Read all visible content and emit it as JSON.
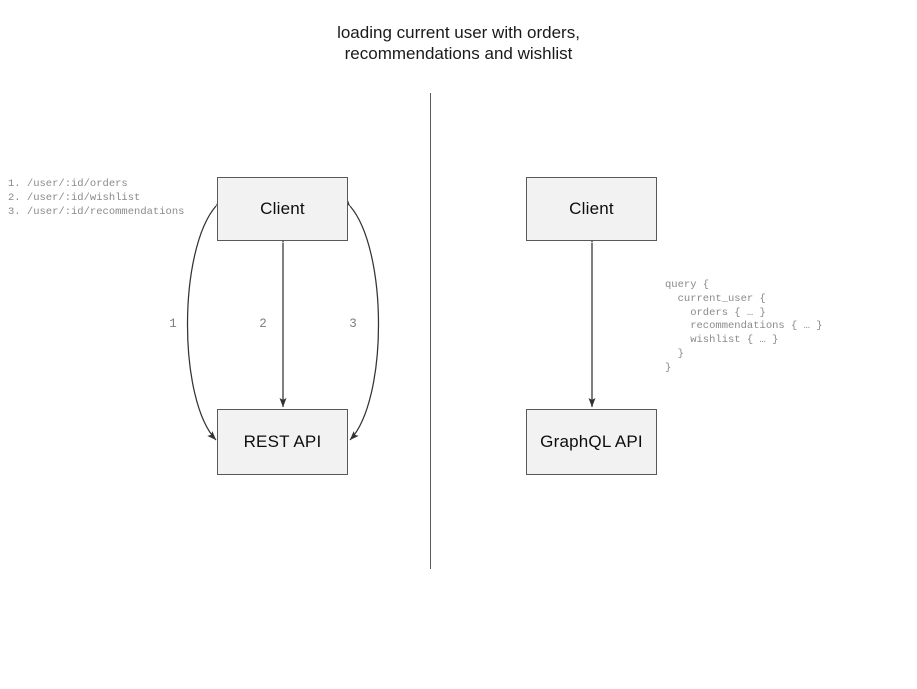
{
  "title": "loading current user with orders,\nrecommendations and wishlist",
  "divider": {
    "name": "vertical-divider"
  },
  "rest_side": {
    "client_label": "Client",
    "api_label": "REST API",
    "endpoints": "1. /user/:id/orders\n2. /user/:id/wishlist\n3. /user/:id/recommendations",
    "edges": [
      {
        "label": "1",
        "name": "edge-orders"
      },
      {
        "label": "2",
        "name": "edge-wishlist"
      },
      {
        "label": "3",
        "name": "edge-recommendations"
      }
    ]
  },
  "graphql_side": {
    "client_label": "Client",
    "api_label": "GraphQL API",
    "query": "query {\n  current_user {\n    orders { … }\n    recommendations { … }\n    wishlist { … }\n  }\n}"
  },
  "colors": {
    "node_fill": "#f2f2f2",
    "node_border": "#59595c",
    "text": "#0d0d0d",
    "annotation": "#8a8a8a",
    "stroke": "#333333",
    "divider": "#5a5a5a",
    "background": "#ffffff"
  }
}
